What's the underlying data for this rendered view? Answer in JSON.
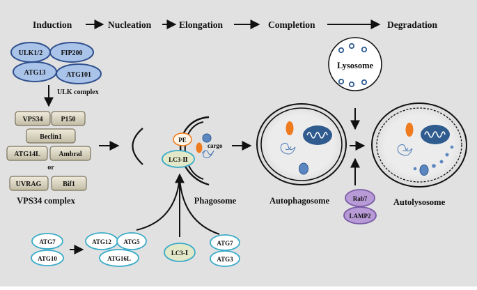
{
  "stages": [
    "Induction",
    "Nucleation",
    "Elongation",
    "Completion",
    "Degradation"
  ],
  "ulk": {
    "proteins": [
      "ULK1/2",
      "FIP200",
      "ATG13",
      "ATG101"
    ],
    "label": "ULK complex"
  },
  "vps34": {
    "boxes": [
      "VPS34",
      "P150",
      "Beclin1",
      "ATG14L",
      "Ambral",
      "UVRAG",
      "Bif1"
    ],
    "or_label": "or",
    "label": "VPS34 complex"
  },
  "phagophore": {
    "pe": "PE",
    "lc3_ii": "LC3-Ⅱ",
    "cargo": "cargo",
    "label": "Phagosome"
  },
  "conjugation": {
    "e1_pair": [
      "ATG7",
      "ATG10"
    ],
    "atg12_complex": [
      "ATG12",
      "ATG5",
      "ATG16L"
    ],
    "lc3_i": "LC3-Ⅰ",
    "e1_e2_pair": [
      "ATG7",
      "ATG3"
    ]
  },
  "autophagosome": {
    "label": "Autophagosome"
  },
  "lysosome": {
    "label": "Lysosome"
  },
  "fusion_proteins": [
    "Rab7",
    "LAMP2"
  ],
  "autolysosome": {
    "label": "Autolysosome"
  },
  "colors": {
    "background": "#e1e1e1",
    "ulk_fill": "#a9c3e9",
    "ulk_stroke": "#2f4f8c",
    "vps_fill": "#d7d2bf",
    "vps_stroke": "#7a735d",
    "cyan_stroke": "#3aabc8",
    "lc3_fill": "#e3e8c8",
    "pe_stroke": "#ee7b1d",
    "orange": "#ee7b1d",
    "mito_blue": "#2f5b8f",
    "vesicle_blue": "#5b86c0",
    "purple_fill": "#b79ad6",
    "purple_stroke": "#7a5ba6"
  }
}
